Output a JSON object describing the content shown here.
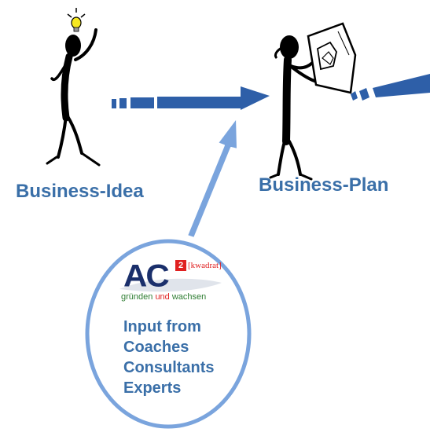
{
  "colors": {
    "arrow_blue": "#2e5fa8",
    "arrow_light_blue": "#7aa4dd",
    "label_blue": "#3a6fa8",
    "logo_navy": "#1a2f6b",
    "logo_red": "#e02020",
    "logo_green": "#2e7d32",
    "bulb_yellow": "#f6e820"
  },
  "icons": {
    "idea_figure": "stick-figure-with-lightbulb-icon",
    "plan_figure": "stick-figure-holding-plan-icon"
  },
  "stages": [
    {
      "label": "Business-Idea"
    },
    {
      "label": "Business-Plan"
    }
  ],
  "logo": {
    "letters": "AC",
    "superscript": "2",
    "bracket_text": "[kwadrat]",
    "tagline_part1": "gründen ",
    "tagline_part2": "und",
    "tagline_part3": " wachsen"
  },
  "input_box": {
    "lines": [
      "Input from",
      "Coaches",
      "Consultants",
      "Experts"
    ]
  }
}
